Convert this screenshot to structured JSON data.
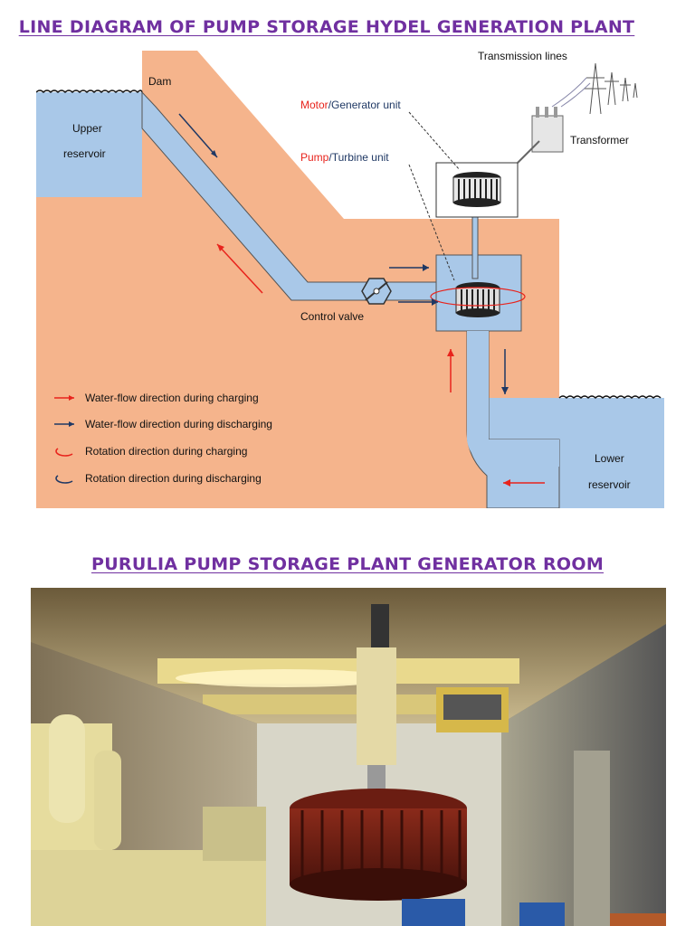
{
  "document": {
    "title": "LINE DIAGRAM OF PUMP STORAGE HYDEL GENERATION PLANT",
    "subtitle": "PURULIA PUMP STORAGE PLANT GENERATOR ROOM"
  },
  "diagram": {
    "labels": {
      "dam": "Dam",
      "upper_reservoir_1": "Upper",
      "upper_reservoir_2": "reservoir",
      "lower_reservoir_1": "Lower",
      "lower_reservoir_2": "reservoir",
      "transmission_lines": "Transmission lines",
      "transformer": "Transformer",
      "motor": "Motor",
      "generator_unit": "/Generator unit",
      "pump": "Pump",
      "turbine_unit": "/Turbine unit",
      "control_valve": "Control valve"
    },
    "legend": [
      {
        "text": "Water-flow direction during charging",
        "color": "#e8231c",
        "kind": "arrow"
      },
      {
        "text": "Water-flow direction during discharging",
        "color": "#1f3864",
        "kind": "arrow"
      },
      {
        "text": "Rotation direction during charging",
        "color": "#e8231c",
        "kind": "rotation"
      },
      {
        "text": "Rotation direction during discharging",
        "color": "#1f3864",
        "kind": "rotation"
      }
    ],
    "colors": {
      "water": "#a9c8e8",
      "earth": "#f5b48c",
      "charging": "#e8231c",
      "discharging": "#1f3864"
    }
  }
}
